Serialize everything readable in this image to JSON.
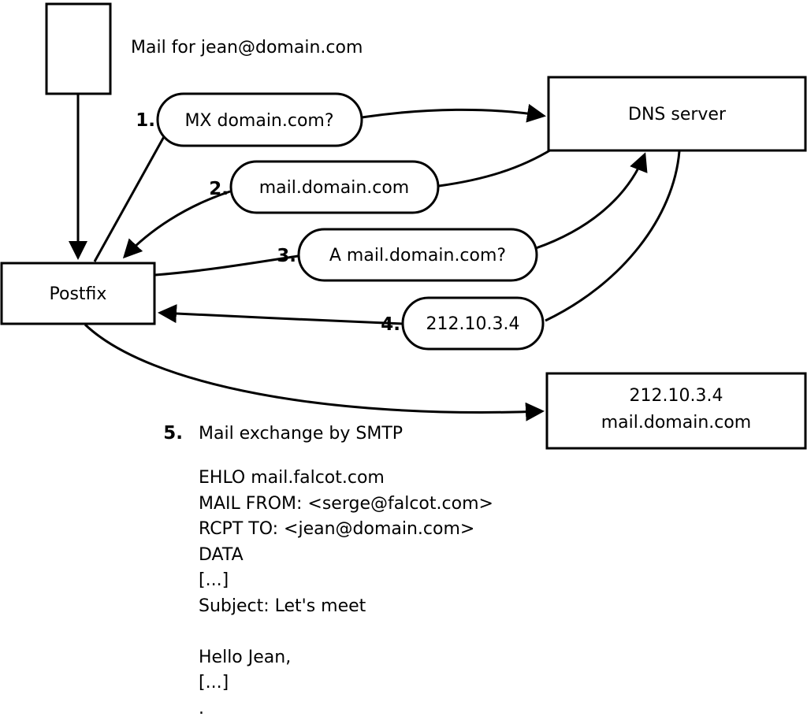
{
  "title": "Mail for jean@domain.com",
  "nodes": {
    "postfix": "Postfix",
    "dns_server": "DNS server",
    "mail_server": {
      "line1": "212.10.3.4",
      "line2": "mail.domain.com"
    }
  },
  "steps": [
    {
      "num": "1.",
      "label": "MX domain.com?"
    },
    {
      "num": "2.",
      "label": "mail.domain.com"
    },
    {
      "num": "3.",
      "label": "A mail.domain.com?"
    },
    {
      "num": "4.",
      "label": "212.10.3.4"
    },
    {
      "num": "5.",
      "label": "Mail exchange by SMTP"
    }
  ],
  "smtp": {
    "lines": [
      "EHLO mail.falcot.com",
      "MAIL FROM: <serge@falcot.com>",
      "RCPT TO: <jean@domain.com>",
      "DATA",
      "[...]",
      "Subject: Let's meet",
      "",
      "Hello Jean,",
      "[...]",
      "."
    ]
  },
  "colors": {
    "stroke": "#000000",
    "fill": "#ffffff",
    "text": "#000000"
  }
}
